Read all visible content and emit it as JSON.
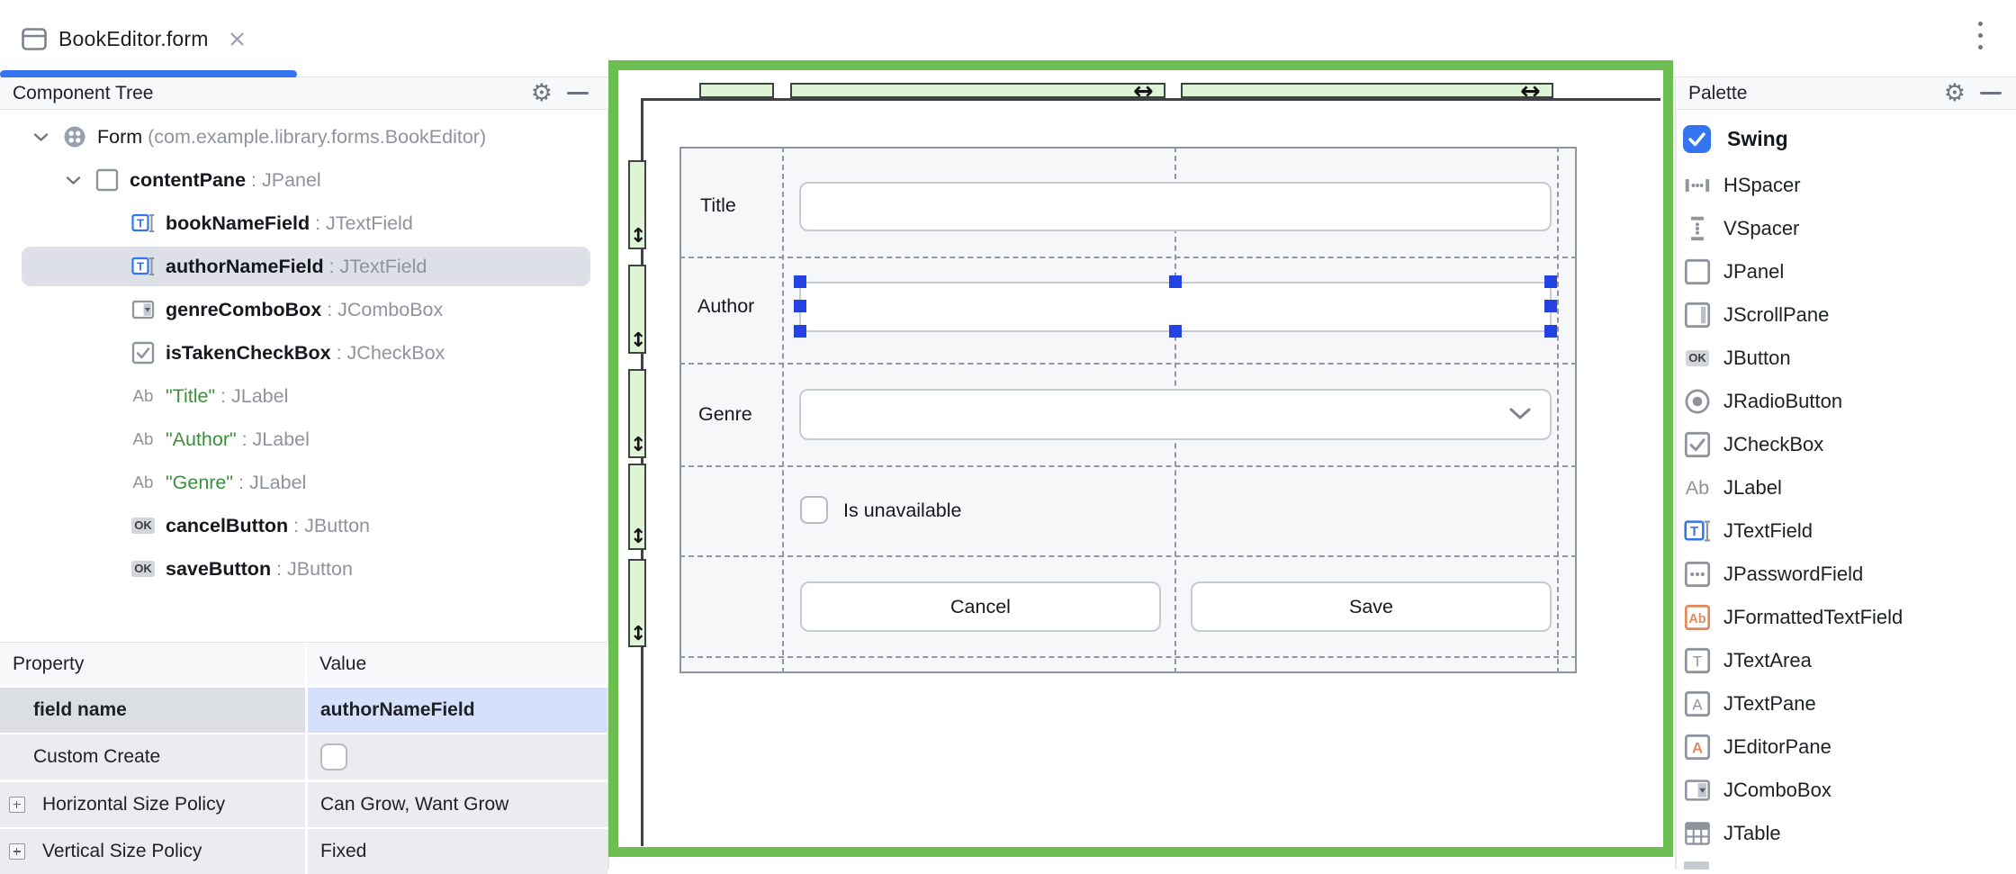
{
  "tab": {
    "title": "BookEditor.form",
    "close_label": "close-tab"
  },
  "component_tree": {
    "header": "Component Tree",
    "rows": [
      {
        "name": "Form",
        "suffix": " (com.example.library.forms.BookEditor)",
        "icon": "form-icon",
        "level": 0,
        "chevron": true,
        "style": "plain",
        "selected": false
      },
      {
        "name": "contentPane",
        "suffix": " : JPanel",
        "icon": "jpanel-icon",
        "level": 1,
        "chevron": true,
        "style": "bold",
        "selected": false
      },
      {
        "name": "bookNameField",
        "suffix": " : JTextField",
        "icon": "jtextfield-icon",
        "level": 2,
        "chevron": false,
        "style": "bold",
        "selected": false
      },
      {
        "name": "authorNameField",
        "suffix": " : JTextField",
        "icon": "jtextfield-icon",
        "level": 2,
        "chevron": false,
        "style": "bold",
        "selected": true
      },
      {
        "name": "genreComboBox",
        "suffix": " : JComboBox",
        "icon": "jcombobox-icon",
        "level": 2,
        "chevron": false,
        "style": "bold",
        "selected": false
      },
      {
        "name": "isTakenCheckBox",
        "suffix": " : JCheckBox",
        "icon": "jcheckbox-icon",
        "level": 2,
        "chevron": false,
        "style": "bold",
        "selected": false
      },
      {
        "name": "\"Title\"",
        "suffix": " : JLabel",
        "icon": "jlabel-icon",
        "level": 2,
        "chevron": false,
        "style": "green",
        "selected": false
      },
      {
        "name": "\"Author\"",
        "suffix": " : JLabel",
        "icon": "jlabel-icon",
        "level": 2,
        "chevron": false,
        "style": "green",
        "selected": false
      },
      {
        "name": "\"Genre\"",
        "suffix": " : JLabel",
        "icon": "jlabel-icon",
        "level": 2,
        "chevron": false,
        "style": "green",
        "selected": false
      },
      {
        "name": "cancelButton",
        "suffix": " : JButton",
        "icon": "jbutton-icon",
        "level": 2,
        "chevron": false,
        "style": "bold",
        "selected": false
      },
      {
        "name": "saveButton",
        "suffix": " : JButton",
        "icon": "jbutton-icon",
        "level": 2,
        "chevron": false,
        "style": "bold",
        "selected": false
      }
    ]
  },
  "properties": {
    "headers": [
      "Property",
      "Value"
    ],
    "rows": [
      {
        "property": "field name",
        "value": "authorNameField",
        "selected": true,
        "bold": true,
        "expandable": false,
        "checkbox": false
      },
      {
        "property": "Custom Create",
        "value": "",
        "selected": false,
        "bold": false,
        "expandable": false,
        "checkbox": true
      },
      {
        "property": "Horizontal Size Policy",
        "value": "Can Grow, Want Grow",
        "selected": false,
        "bold": false,
        "expandable": true,
        "checkbox": false
      },
      {
        "property": "Vertical Size Policy",
        "value": "Fixed",
        "selected": false,
        "bold": false,
        "expandable": true,
        "checkbox": false
      }
    ]
  },
  "designer": {
    "row_labels": {
      "title": "Title",
      "author": "Author",
      "genre": "Genre"
    },
    "checkbox_label": "Is unavailable",
    "buttons": {
      "cancel": "Cancel",
      "save": "Save"
    }
  },
  "palette": {
    "header": "Palette",
    "group": {
      "label": "Swing",
      "checked": true
    },
    "items": [
      {
        "label": "HSpacer",
        "icon": "hspacer-icon"
      },
      {
        "label": "VSpacer",
        "icon": "vspacer-icon"
      },
      {
        "label": "JPanel",
        "icon": "jpanel-icon"
      },
      {
        "label": "JScrollPane",
        "icon": "jscrollpane-icon"
      },
      {
        "label": "JButton",
        "icon": "jbutton-icon"
      },
      {
        "label": "JRadioButton",
        "icon": "jradiobutton-icon"
      },
      {
        "label": "JCheckBox",
        "icon": "jcheckbox-icon"
      },
      {
        "label": "JLabel",
        "icon": "jlabel-icon"
      },
      {
        "label": "JTextField",
        "icon": "jtextfield-icon"
      },
      {
        "label": "JPasswordField",
        "icon": "jpasswordfield-icon"
      },
      {
        "label": "JFormattedTextField",
        "icon": "jformattedtextfield-icon"
      },
      {
        "label": "JTextArea",
        "icon": "jtextarea-icon"
      },
      {
        "label": "JTextPane",
        "icon": "jtextpane-icon"
      },
      {
        "label": "JEditorPane",
        "icon": "jeditorpane-icon"
      },
      {
        "label": "JComboBox",
        "icon": "jcombobox-icon"
      },
      {
        "label": "JTable",
        "icon": "jtable-icon"
      }
    ]
  },
  "colors": {
    "accent_blue": "#3574f0",
    "selection_blue": "#2442e2",
    "frame_green": "#6cbe50",
    "ruler_green": "#def4d5",
    "string_green": "#3c8f3c",
    "selected_value_bg": "#d7e0fb"
  }
}
